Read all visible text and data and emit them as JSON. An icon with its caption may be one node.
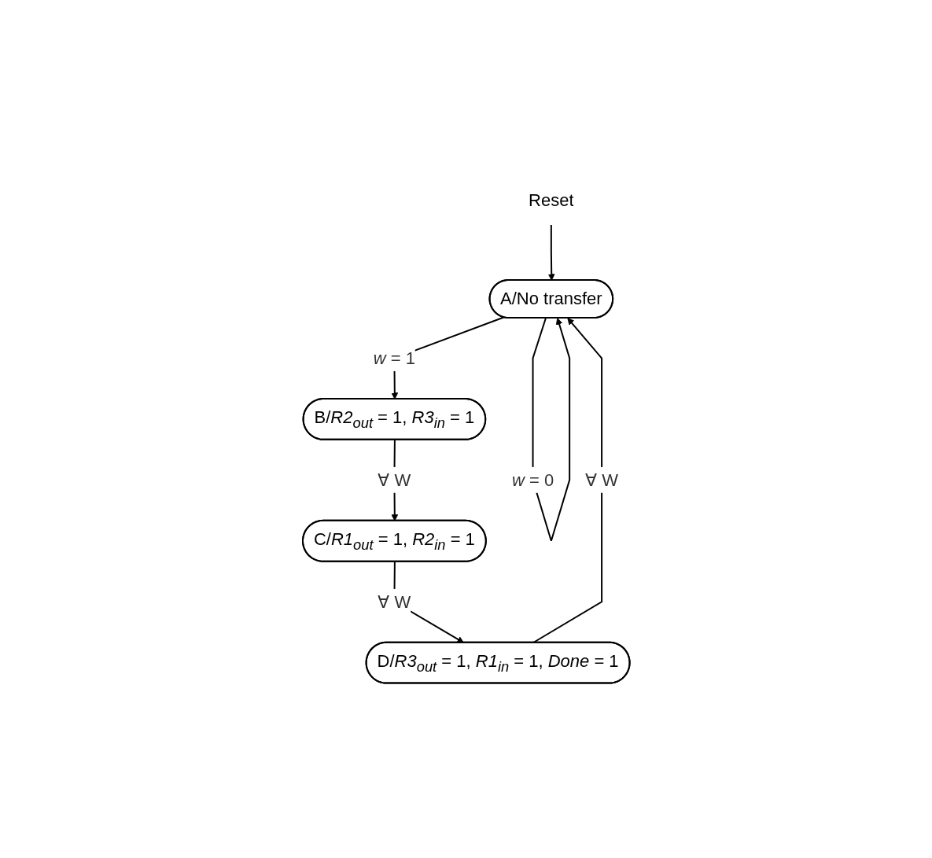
{
  "diagram": {
    "nodes": [
      {
        "text": [
          "A/No transfer"
        ]
      },
      {
        "text": [
          "B/*R2*$_{out}$ = 1, *R3*$_{in}$ = 1"
        ]
      },
      {
        "text": [
          "C/*R1*$_{out}$ = 1, *R2*$_{in}$ = 1"
        ]
      },
      {
        "text": [
          "D/*R3*$_{out}$ = 1, *R1*$_{in}$ = 1, *Done* = 1"
        ]
      },
      {
        "text": [
          "Reset"
        ]
      }
    ],
    "edges": [
      {
        "from": 0,
        "to": 0,
        "arrow": "to",
        "label": "*w* = 0"
      },
      {
        "from": 4,
        "to": 0,
        "arrow": "to"
      },
      {
        "from": 0,
        "to": 1,
        "arrow": "to",
        "label": "*w* = 1"
      },
      {
        "from": 1,
        "to": 2,
        "arrow": "to",
        "label": "∀ W"
      },
      {
        "from": 2,
        "to": 3,
        "arrow": "to",
        "label": "∀ W"
      },
      {
        "from": 3,
        "to": 0,
        "arrow": "to",
        "label": "∀ W"
      }
    ]
  }
}
